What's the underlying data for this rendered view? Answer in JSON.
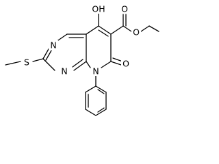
{
  "molecule": {
    "atoms": {
      "hydroxyl": "OH",
      "ester_carbonyl_oxygen": "O",
      "ester_oxygen": "O",
      "ring_carbonyl_oxygen": "O",
      "ring_nitrogen_top": "N",
      "ring_nitrogen_bottom": "N",
      "ring_nitrogen_substituted": "N",
      "sulfur": "S"
    }
  }
}
